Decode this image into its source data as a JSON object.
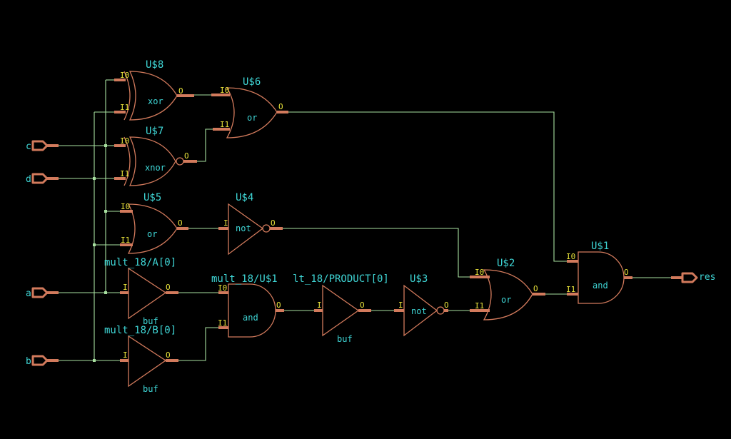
{
  "colors": {
    "background": "#000000",
    "gate": "#d27a5c",
    "wire": "#a8e0a0",
    "pin_label": "#e8e23a",
    "text": "#3fd6d6"
  },
  "pins": {
    "in0": "I0",
    "in1": "I1",
    "single_in": "I",
    "out": "O"
  },
  "ports": {
    "c": "c",
    "d": "d",
    "a": "a",
    "b": "b",
    "res": "res"
  },
  "gates": {
    "us8": {
      "name": "U$8",
      "func": "xor"
    },
    "us7": {
      "name": "U$7",
      "func": "xnor"
    },
    "us6": {
      "name": "U$6",
      "func": "or"
    },
    "us5": {
      "name": "U$5",
      "func": "or"
    },
    "us4": {
      "name": "U$4",
      "func": "not"
    },
    "bufa": {
      "name": "mult_18/A[0]",
      "func": "buf"
    },
    "bufb": {
      "name": "mult_18/B[0]",
      "func": "buf"
    },
    "and1": {
      "name": "mult_18/U$1",
      "func": "and"
    },
    "bufp": {
      "name": "lt_18/PRODUCT[0]",
      "func": "buf"
    },
    "us3": {
      "name": "U$3",
      "func": "not"
    },
    "us2": {
      "name": "U$2",
      "func": "or"
    },
    "us1": {
      "name": "U$1",
      "func": "and"
    }
  }
}
